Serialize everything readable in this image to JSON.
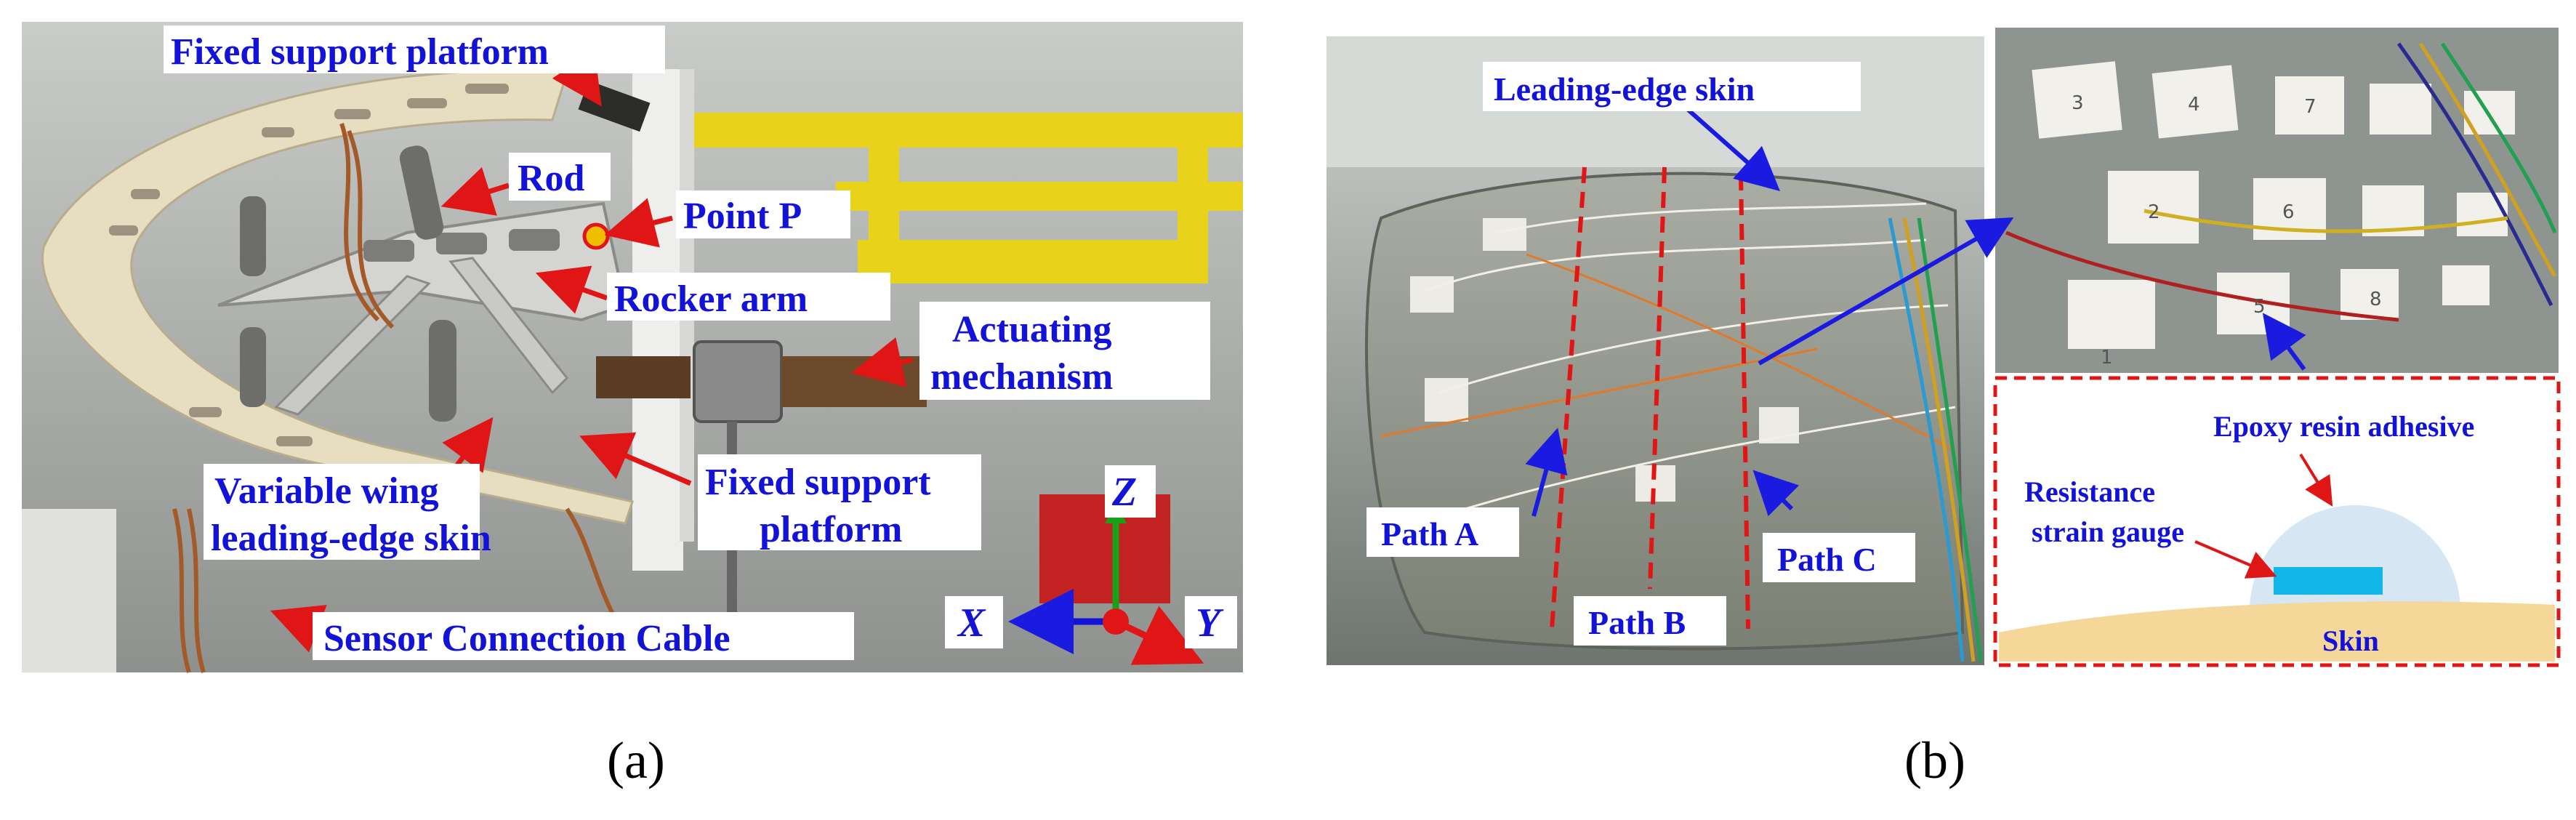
{
  "panel_a": {
    "caption": "(a)",
    "labels": {
      "fixed_support_top": "Fixed support platform",
      "rod": "Rod",
      "point_p": "Point P",
      "rocker_arm": "Rocker arm",
      "actuating_line1": "Actuating",
      "actuating_line2": "mechanism",
      "variable_line1": "Variable wing",
      "variable_line2": "leading-edge skin",
      "fixed_support_line1": "Fixed support",
      "fixed_support_line2": "platform",
      "sensor_cable": "Sensor Connection Cable"
    },
    "axes": {
      "x": "X",
      "y": "Y",
      "z": "Z"
    },
    "colors": {
      "label_text": "#1212d8",
      "arrow": "#e01616",
      "axis_x": "#1212d8",
      "axis_y": "#e01616",
      "axis_z": "#18a018",
      "point": "#f0c000"
    }
  },
  "panel_b": {
    "caption": "(b)",
    "labels": {
      "leading_edge_skin": "Leading-edge skin",
      "path_a": "Path A",
      "path_b": "Path B",
      "path_c": "Path C"
    },
    "gauge_numbers": [
      "1",
      "2",
      "3",
      "4",
      "5",
      "6",
      "7",
      "8"
    ],
    "inset": {
      "epoxy": "Epoxy resin adhesive",
      "resistance_line1": "Resistance",
      "resistance_line2": "strain gauge",
      "skin": "Skin"
    },
    "colors": {
      "path_line": "#e01616",
      "arrow": "#1a1ae0",
      "skin_fill": "#f5d79a",
      "adhesive_fill": "#d6e6f3",
      "gauge_fill": "#12b6e8",
      "inset_border": "#e01616"
    }
  }
}
